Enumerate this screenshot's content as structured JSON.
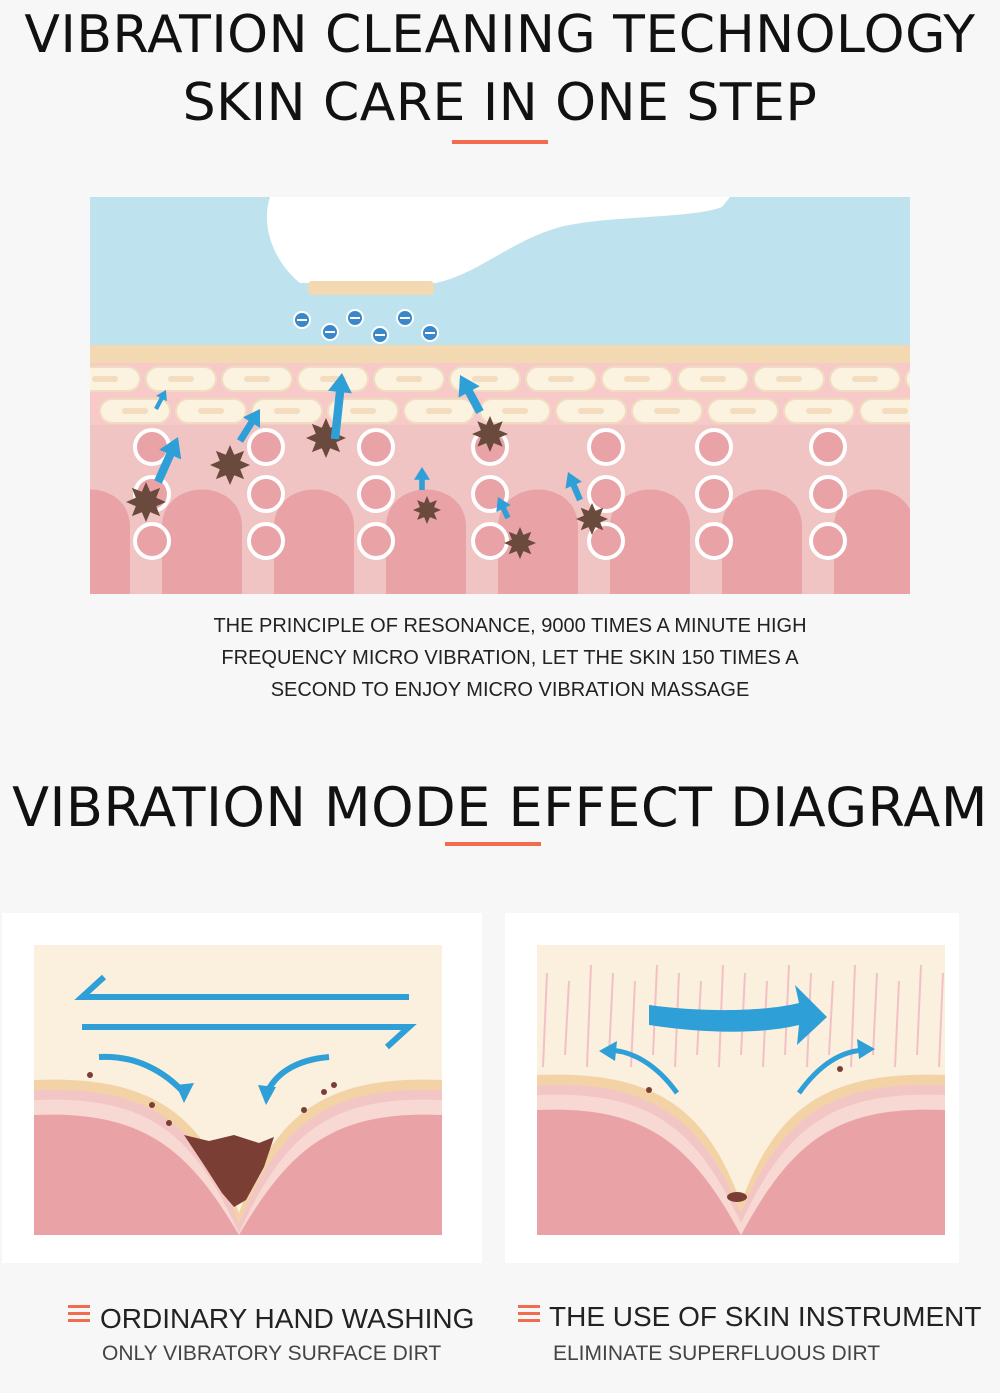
{
  "header": {
    "title_line1": "VIBRATION CLEANING TECHNOLOGY",
    "title_line2": "SKIN CARE IN ONE STEP"
  },
  "caption": {
    "line1": "THE PRINCIPLE OF RESONANCE, 9000 TIMES A MINUTE HIGH",
    "line2": "FREQUENCY MICRO VIBRATION, LET THE SKIN 150 TIMES A",
    "line3": "SECOND TO ENJOY MICRO VIBRATION MASSAGE"
  },
  "section2": {
    "title": "VIBRATION MODE EFFECT DIAGRAM"
  },
  "comparison": {
    "left": {
      "heading": "ORDINARY HAND WASHING",
      "subheading": "ONLY VIBRATORY SURFACE DIRT"
    },
    "right": {
      "heading": "THE USE OF SKIN INSTRUMENT",
      "subheading": "ELIMINATE SUPERFLUOUS DIRT"
    }
  },
  "colors": {
    "accent": "#f26b4f",
    "arrow_blue": "#2f9fd8",
    "skin_pink": "#e9a3a6",
    "sky_blue": "#bfe3ee",
    "dirt_brown": "#6b4a3e"
  },
  "icons": [
    "menu-icon",
    "arrow-icon",
    "dirt-particle-icon",
    "ion-icon",
    "device-head-icon"
  ]
}
